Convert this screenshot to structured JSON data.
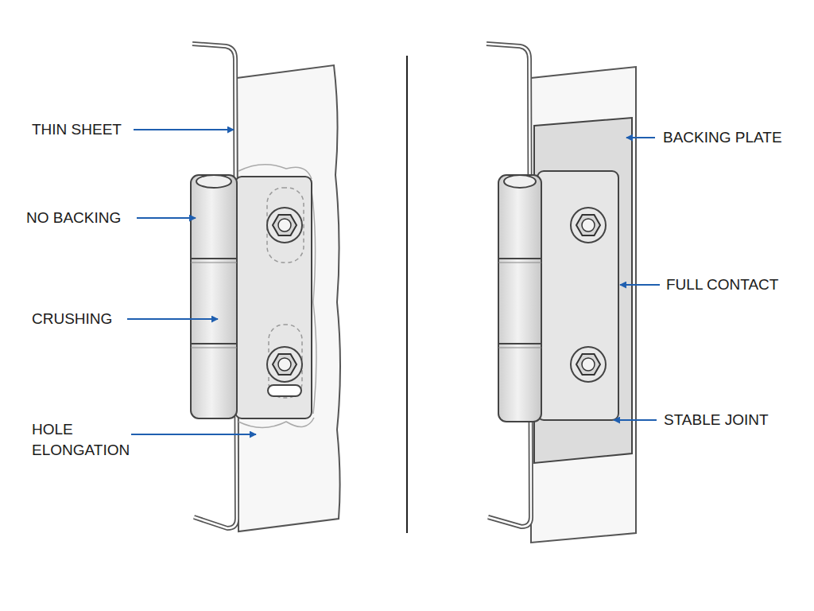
{
  "diagram": {
    "labels": [
      "THIN SHEET",
      "NO BACKING",
      "CRUSHING",
      "HOLE ELONGATION",
      "BACKING PLATE",
      "FULL CONTACT",
      "STABLE JOINT"
    ]
  }
}
